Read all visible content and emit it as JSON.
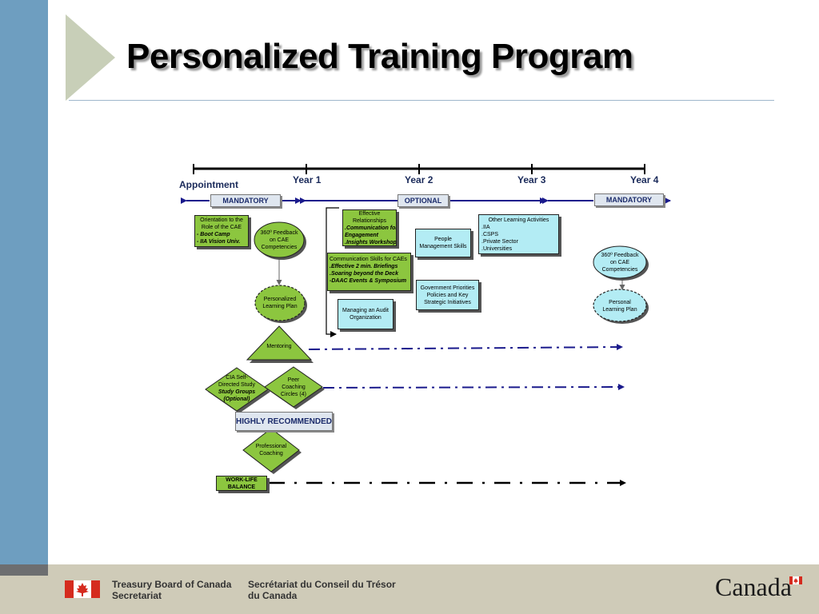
{
  "slide": {
    "title": "Personalized Training Program"
  },
  "timeline": {
    "start_label": "Appointment",
    "years": [
      "Year 1",
      "Year 2",
      "Year 3",
      "Year 4"
    ],
    "tags": {
      "mandatory_left": "MANDATORY",
      "optional": "OPTIONAL",
      "mandatory_right": "MANDATORY",
      "highly_recommended": "HIGHLY RECOMMENDED"
    }
  },
  "nodes": {
    "orientation": {
      "line1": "Orientation to the",
      "line2": "Role of the CAE",
      "line3": "- Boot Camp",
      "line4": "- IIA Vision Univ."
    },
    "feedback_left": {
      "line1": "360º Feedback",
      "line2": "on CAE",
      "line3": "Competencies"
    },
    "personalized_plan": {
      "line1": "Personalized",
      "line2": "Learning Plan"
    },
    "mentoring": "Mentoring",
    "cia_self_study": {
      "line1": "CIA Self-",
      "line2": "Directed Study",
      "line3": "Study Groups",
      "line4": "(Optional)"
    },
    "peer_coaching": {
      "line1": "Peer",
      "line2": "Coaching",
      "line3": "Circles (4)"
    },
    "professional_coaching": {
      "line1": "Professional",
      "line2": "Coaching"
    },
    "work_life": {
      "line1": "WORK-LIFE",
      "line2": "BALANCE"
    },
    "effective_relationships": {
      "line1": "Effective",
      "line2": "Relationships",
      "line3": ".Communication for",
      "line4": "Engagement",
      "line5": ".Insights Workshop"
    },
    "communication_skills": {
      "line1": "Communication Skills for CAEs",
      "line2": ".Effective 2 min. Briefings",
      "line3": ".Soaring beyond the Deck",
      "line4": "-DAAC Events & Symposium"
    },
    "people_management": {
      "line1": "People",
      "line2": "Management Skills"
    },
    "government_priorities": {
      "line1": "Government Priorities",
      "line2": "Policies and Key",
      "line3": "Strategic Initiatives"
    },
    "managing_audit": {
      "line1": "Managing an Audit",
      "line2": "Organization"
    },
    "other_learning": {
      "line1": "Other Learning Activities",
      "line2": ".IIA",
      "line3": ".CSPS",
      "line4": ".Private Sector",
      "line5": ".Universities"
    },
    "feedback_right": {
      "line1": "360º Feedback",
      "line2": "on CAE",
      "line3": "Competencies"
    },
    "personal_plan": {
      "line1": "Personal",
      "line2": "Learning Plan"
    }
  },
  "footer": {
    "english_line1": "Treasury Board of Canada",
    "english_line2": "Secretariat",
    "french_line1": "Secrétariat du Conseil du Trésor",
    "french_line2": "du Canada",
    "wordmark": "Canada",
    "flag_icon": "canada-flag-icon"
  },
  "colors": {
    "sidebar": "#6e9ec0",
    "activity_green": "#8cc63f",
    "activity_cyan": "#b3ecf4",
    "arrow_navy": "#1a1a8c",
    "footer_band": "#cfcbb8"
  }
}
